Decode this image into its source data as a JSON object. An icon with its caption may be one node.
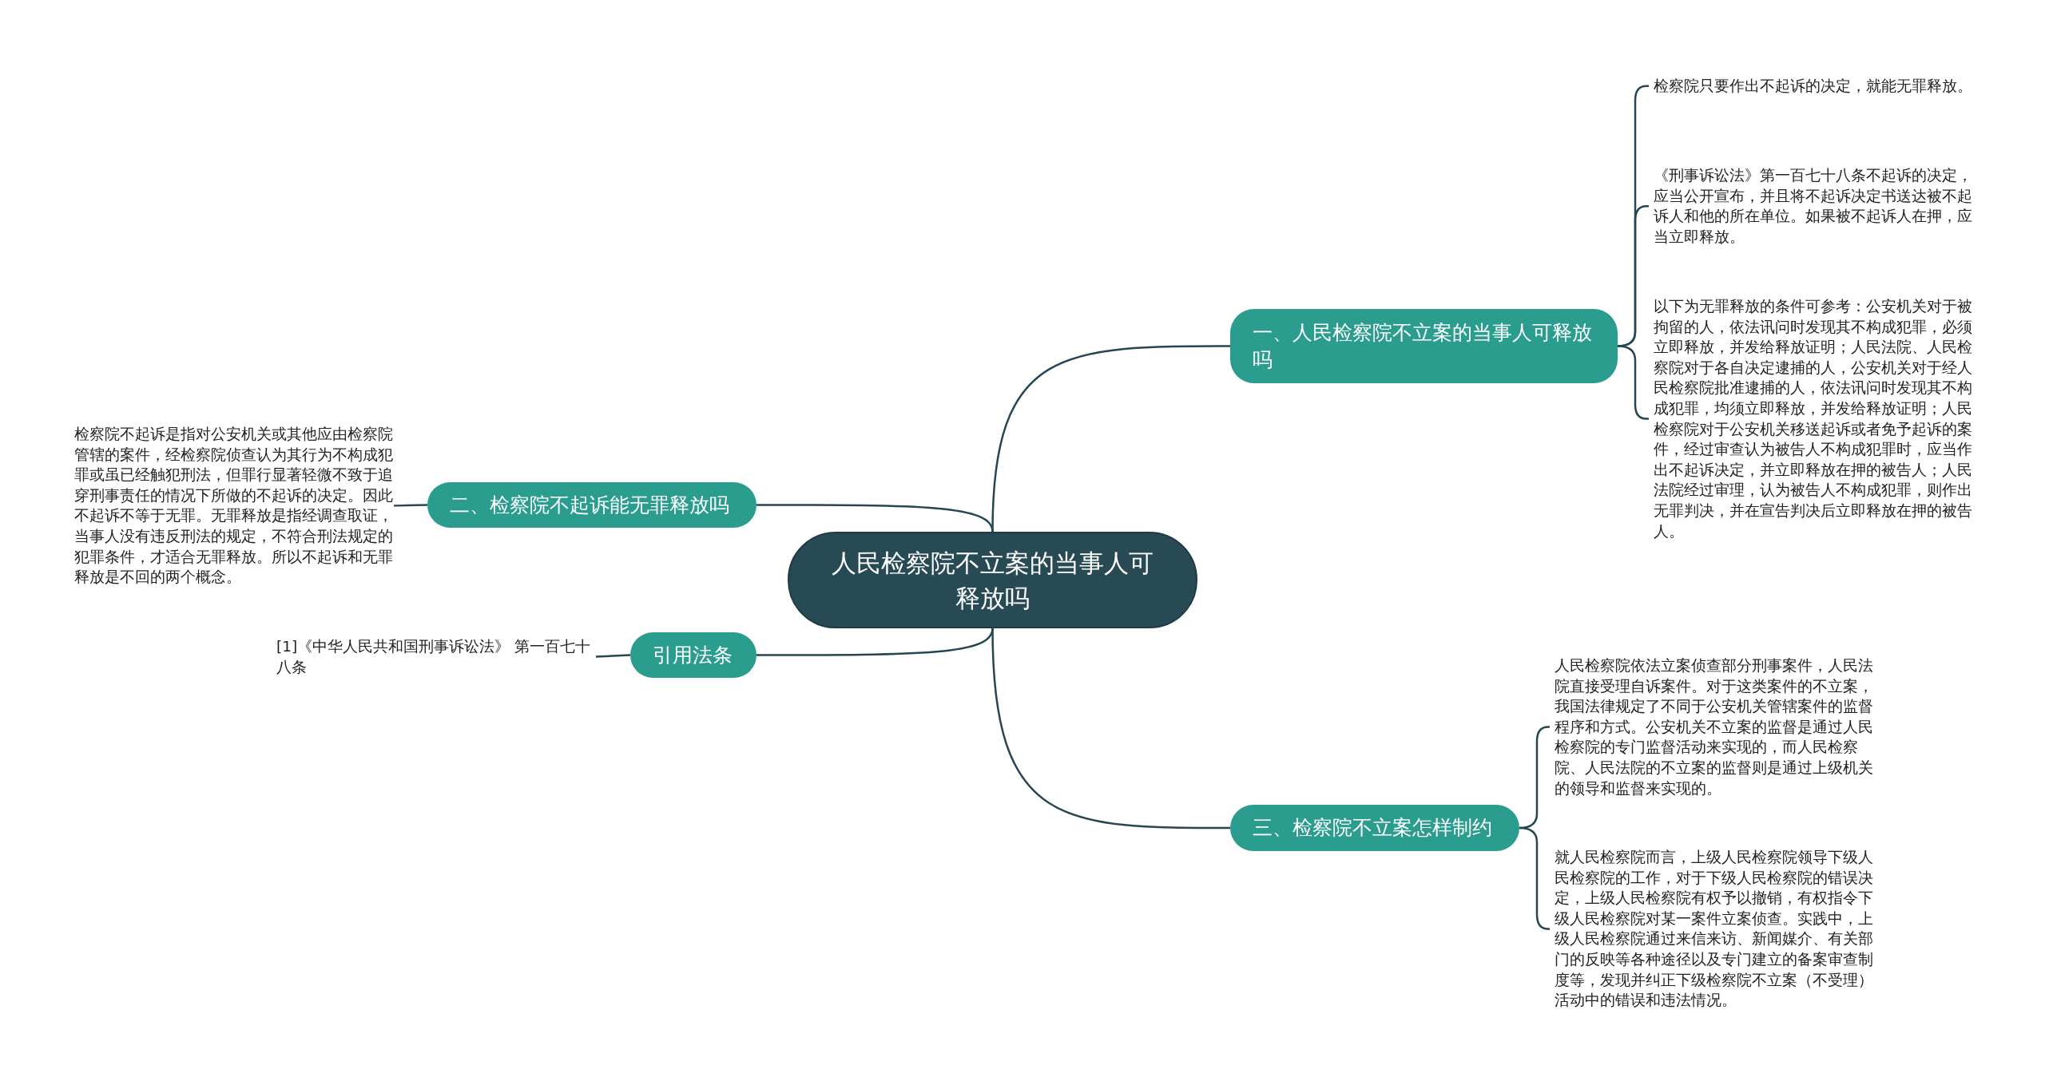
{
  "diagram": {
    "nodes": [
      {
        "text": [
          "人民检察院不立案的当事人可释放吗"
        ]
      },
      {
        "text": [
          "一、人民检察院不立案的当事人可释放吗"
        ]
      },
      {
        "text": [
          "二、检察院不起诉能无罪释放吗"
        ]
      },
      {
        "text": [
          "引用法条"
        ]
      },
      {
        "text": [
          "三、检察院不立案怎样制约"
        ]
      },
      {
        "text": [
          "检察院只要作出不起诉的决定，就能无罪释放。"
        ]
      },
      {
        "text": [
          "《刑事诉讼法》第一百七十八条不起诉的决定，应当公开宣布，并且将不起诉决定书送达被不起诉人和他的所在单位。如果被不起诉人在押，应当立即释放。"
        ]
      },
      {
        "text": [
          "以下为无罪释放的条件可参考：公安机关对于被拘留的人，依法讯问时发现其不构成犯罪，必须立即释放，并发给释放证明；人民法院、人民检察院对于各自决定逮捕的人，公安机关对于经人民检察院批准逮捕的人，依法讯问时发现其不构成犯罪，均须立即释放，并发给释放证明；人民检察院对于公安机关移送起诉或者免予起诉的案件，经过审查认为被告人不构成犯罪时，应当作出不起诉决定，并立即释放在押的被告人；人民法院经过审理，认为被告人不构成犯罪，则作出无罪判决，并在宣告判决后立即释放在押的被告人。"
        ]
      },
      {
        "text": [
          "检察院不起诉是指对公安机关或其他应由检察院管辖的案件，经检察院侦查认为其行为不构成犯罪或虽已经触犯刑法，但罪行显著轻微不致于追穿刑事责任的情况下所做的不起诉的决定。因此不起诉不等于无罪。无罪释放是指经调查取证，当事人没有违反刑法的规定，不符合刑法规定的犯罪条件，才适合无罪释放。所以不起诉和无罪释放是不回的两个概念。"
        ]
      },
      {
        "text": [
          "[1]《中华人民共和国刑事诉讼法》 第一百七十八条"
        ]
      },
      {
        "text": [
          "人民检察院依法立案侦查部分刑事案件，人民法院直接受理自诉案件。对于这类案件的不立案，我国法律规定了不同于公安机关管辖案件的监督程序和方式。公安机关不立案的监督是通过人民检察院的专门监督活动来实现的，而人民检察院、人民法院的不立案的监督则是通过上级机关的领导和监督来实现的。"
        ]
      },
      {
        "text": [
          "就人民检察院而言，上级人民检察院领导下级人民检察院的工作，对于下级人民检察院的错误决定，上级人民检察院有权予以撤销，有权指令下级人民检察院对某一案件立案侦查。实践中，上级人民检察院通过来信来访、新闻媒介、有关部门的反映等各种途径以及专门建立的备案审查制度等，发现并纠正下级检察院不立案（不受理）活动中的错误和违法情况。"
        ]
      }
    ],
    "edges": [
      {
        "from": 0,
        "to": 1,
        "arrow": "none"
      },
      {
        "from": 0,
        "to": 2,
        "arrow": "none"
      },
      {
        "from": 0,
        "to": 3,
        "arrow": "none"
      },
      {
        "from": 0,
        "to": 4,
        "arrow": "none"
      },
      {
        "from": 1,
        "to": 5,
        "arrow": "none"
      },
      {
        "from": 1,
        "to": 6,
        "arrow": "none"
      },
      {
        "from": 1,
        "to": 7,
        "arrow": "none"
      },
      {
        "from": 2,
        "to": 8,
        "arrow": "none"
      },
      {
        "from": 3,
        "to": 9,
        "arrow": "none"
      },
      {
        "from": 4,
        "to": 10,
        "arrow": "none"
      },
      {
        "from": 4,
        "to": 11,
        "arrow": "none"
      }
    ]
  }
}
